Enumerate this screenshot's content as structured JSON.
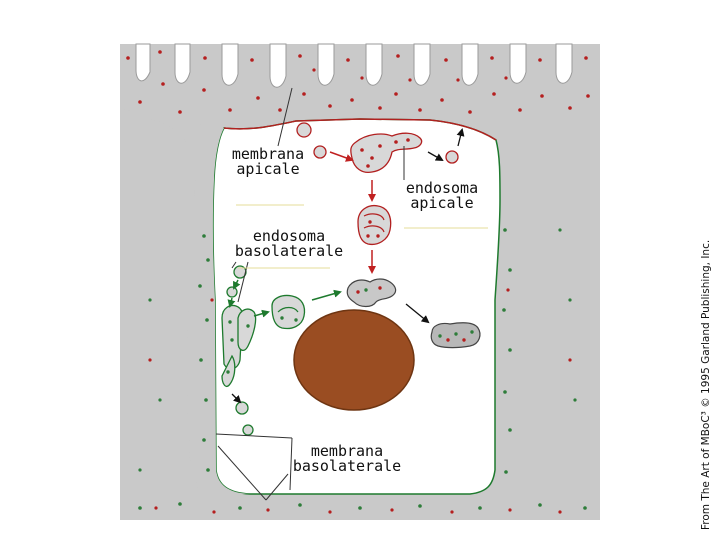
{
  "labels": {
    "membrana_apicale": [
      "membrana",
      "apicale"
    ],
    "endosoma_apicale": [
      "endosoma",
      "apicale"
    ],
    "endosoma_basolaterale": [
      "endosoma",
      "basolaterale"
    ],
    "membrana_basolaterale": [
      "membrana",
      "basolaterale"
    ]
  },
  "credit": "From The Art of MBoC³ © 1995 Garland Publishing, Inc.",
  "colors": {
    "membrane_fill": "#c9c9c9",
    "cytoplasm": "#ffffff",
    "apical_outline": "#b22020",
    "basolateral_outline": "#1e7a2e",
    "nucleus": "#9a4d22",
    "red_particle": "#b51f1f",
    "green_particle": "#2e7d3a",
    "apical_vesicle_fill": "#d8d8d8",
    "basolateral_vesicle_fill": "#d8d8d8"
  },
  "icons": {
    "arrow_red": "red-transport-arrow",
    "arrow_green": "green-transport-arrow",
    "arrow_black": "black-transport-arrow"
  }
}
